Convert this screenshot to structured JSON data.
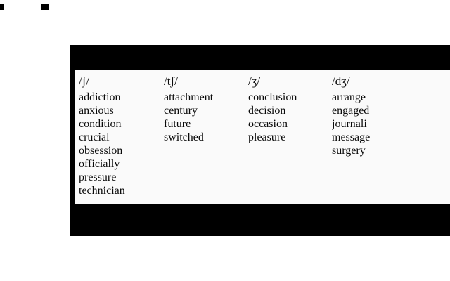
{
  "colors": {
    "page-bg": "#ffffff",
    "slide-bg": "#000000",
    "panel-bg": "#fafafa",
    "text": "#0a0a0a"
  },
  "slide": {
    "columns": [
      {
        "symbol": "/ʃ/",
        "words": [
          "addiction",
          "anxious",
          "condition",
          "crucial",
          "obsession",
          "officially",
          "pressure",
          "technician"
        ]
      },
      {
        "symbol": "/tʃ/",
        "words": [
          "attachment",
          "century",
          "future",
          "switched"
        ]
      },
      {
        "symbol": "/ʒ/",
        "words": [
          "conclusion",
          "decision",
          "occasion",
          "pleasure"
        ]
      },
      {
        "symbol": "/dʒ/",
        "words": [
          "arrange",
          "engaged",
          "journali",
          "message",
          "surgery"
        ]
      }
    ]
  }
}
